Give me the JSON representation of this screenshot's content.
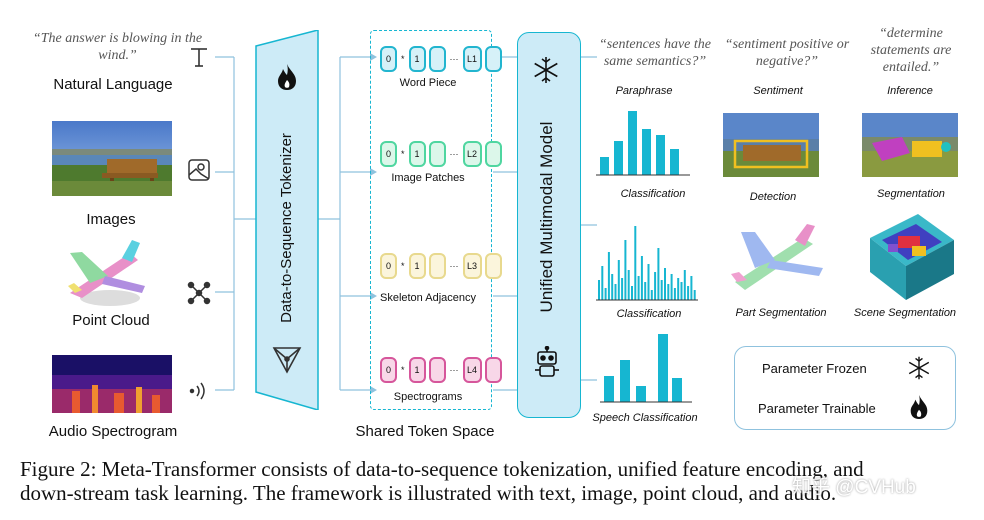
{
  "inputs": {
    "quote": "“The answer is blowing in the wind.”",
    "natural_language": "Natural Language",
    "images": "Images",
    "point_cloud": "Point Cloud",
    "audio_spectrogram": "Audio Spectrogram"
  },
  "tokenizer": {
    "label": "Data-to-Sequence Tokenizer"
  },
  "token_space": {
    "label": "Shared Token Space",
    "word_piece": {
      "caption": "Word Piece",
      "end": "L1"
    },
    "image_patches": {
      "caption": "Image Patches",
      "end": "L2"
    },
    "skeleton": {
      "caption": "Skeleton Adjacency",
      "end": "L3"
    },
    "spectrograms": {
      "caption": "Spectrograms",
      "end": "L4"
    },
    "t0": "0",
    "star": "*",
    "t1": "1",
    "dots": "···"
  },
  "model": {
    "label": "Unified Multimodal Model"
  },
  "quotes": {
    "paraphrase": "“sentences have the same semantics?”",
    "sentiment": "“sentiment positive or negative?”",
    "inference": "“determine statements are entailed.”"
  },
  "tasks": {
    "paraphrase": "Paraphrase",
    "sentiment": "Sentiment",
    "inference": "Inference",
    "classification1": "Classification",
    "detection": "Detection",
    "segmentation": "Segmentation",
    "classification2": "Classification",
    "part_segmentation": "Part Segmentation",
    "scene_segmentation": "Scene Segmentation",
    "speech_classification": "Speech Classification"
  },
  "legend": {
    "frozen": "Parameter Frozen",
    "trainable": "Parameter Trainable"
  },
  "caption": {
    "line1": "Figure 2: Meta-Transformer consists of data-to-sequence tokenization, unified feature encoding, and",
    "line2": "down-stream task learning. The framework is illustrated with text, image, point cloud, and audio."
  },
  "watermark": "知乎 @CVHub",
  "colors": {
    "accent_blue": "#16b6d1",
    "panel_blue": "#cdebf7",
    "word_piece": "#22b5cf",
    "image_patches": "#4fd6a0",
    "skeleton": "#e8d98e",
    "spectrograms": "#d6569b"
  },
  "icons": [
    "text-icon",
    "image-icon",
    "graph-icon",
    "audio-icon",
    "fire-icon",
    "snowflake-icon",
    "robot-icon",
    "network-icon"
  ]
}
